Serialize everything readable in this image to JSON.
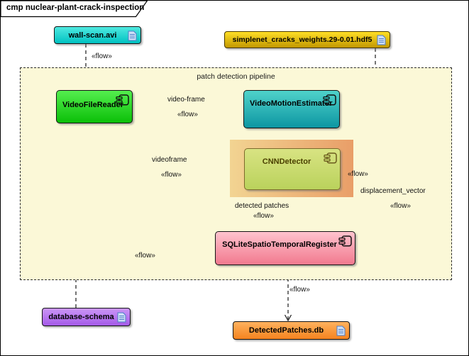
{
  "window": {
    "title": "cmp nuclear-plant-crack-inspection"
  },
  "frame": {
    "label": "patch detection pipeline",
    "fill": "#fbf8d7"
  },
  "artifacts": [
    {
      "label": "wall-scan.avi",
      "color_top": "#4fe9e0",
      "color_bottom": "#00c2c2"
    },
    {
      "label": "simplenet_cracks_weights.29-0.01.hdf5",
      "color_top": "#ffdf26",
      "color_bottom": "#c29800"
    },
    {
      "label": "database-schema",
      "color_top": "#cb96f7",
      "color_bottom": "#a55ae8"
    },
    {
      "label": "DetectedPatches.db",
      "color_top": "#ffb25e",
      "color_bottom": "#f5831f"
    }
  ],
  "components": [
    {
      "label": "VideoFileReader",
      "color_top": "#54ee4e",
      "color_bottom": "#0bbf08"
    },
    {
      "label": "VideoMotionEstimator",
      "color_top": "#4fd2ca",
      "color_bottom": "#0d96a2"
    },
    {
      "label": "CNNDetector",
      "color_top": "#d8e382",
      "color_bottom": "#bad25c",
      "glow_left": "#f2d492",
      "glow_right": "#e99e68"
    },
    {
      "label": "SQLiteSpatioTemporalRegister",
      "color_top": "#ffc3ce",
      "color_bottom": "#f1798e"
    }
  ],
  "connectors": [
    {
      "from": "wall-scan.avi",
      "to": "VideoFileReader",
      "stereotype": "«flow»"
    },
    {
      "from": "VideoFileReader",
      "to": "VideoMotionEstimator",
      "name": "video-frame",
      "stereotype": "«flow»"
    },
    {
      "from": "VideoFileReader",
      "to": "CNNDetector",
      "name": "videoframe",
      "stereotype": "«flow»"
    },
    {
      "from": "simplenet_cracks_weights.29-0.01.hdf5",
      "to": "CNNDetector",
      "stereotype": "«flow»"
    },
    {
      "from": "VideoMotionEstimator",
      "to": "SQLiteSpatioTemporalRegister",
      "name": "displacement_vector",
      "stereotype": "«flow»"
    },
    {
      "from": "CNNDetector",
      "to": "SQLiteSpatioTemporalRegister",
      "name": "detected patches",
      "stereotype": "«flow»"
    },
    {
      "from": "database-schema",
      "to": "SQLiteSpatioTemporalRegister",
      "stereotype": "«flow»"
    },
    {
      "from": "SQLiteSpatioTemporalRegister",
      "to": "DetectedPatches.db",
      "stereotype": "«flow»"
    }
  ]
}
